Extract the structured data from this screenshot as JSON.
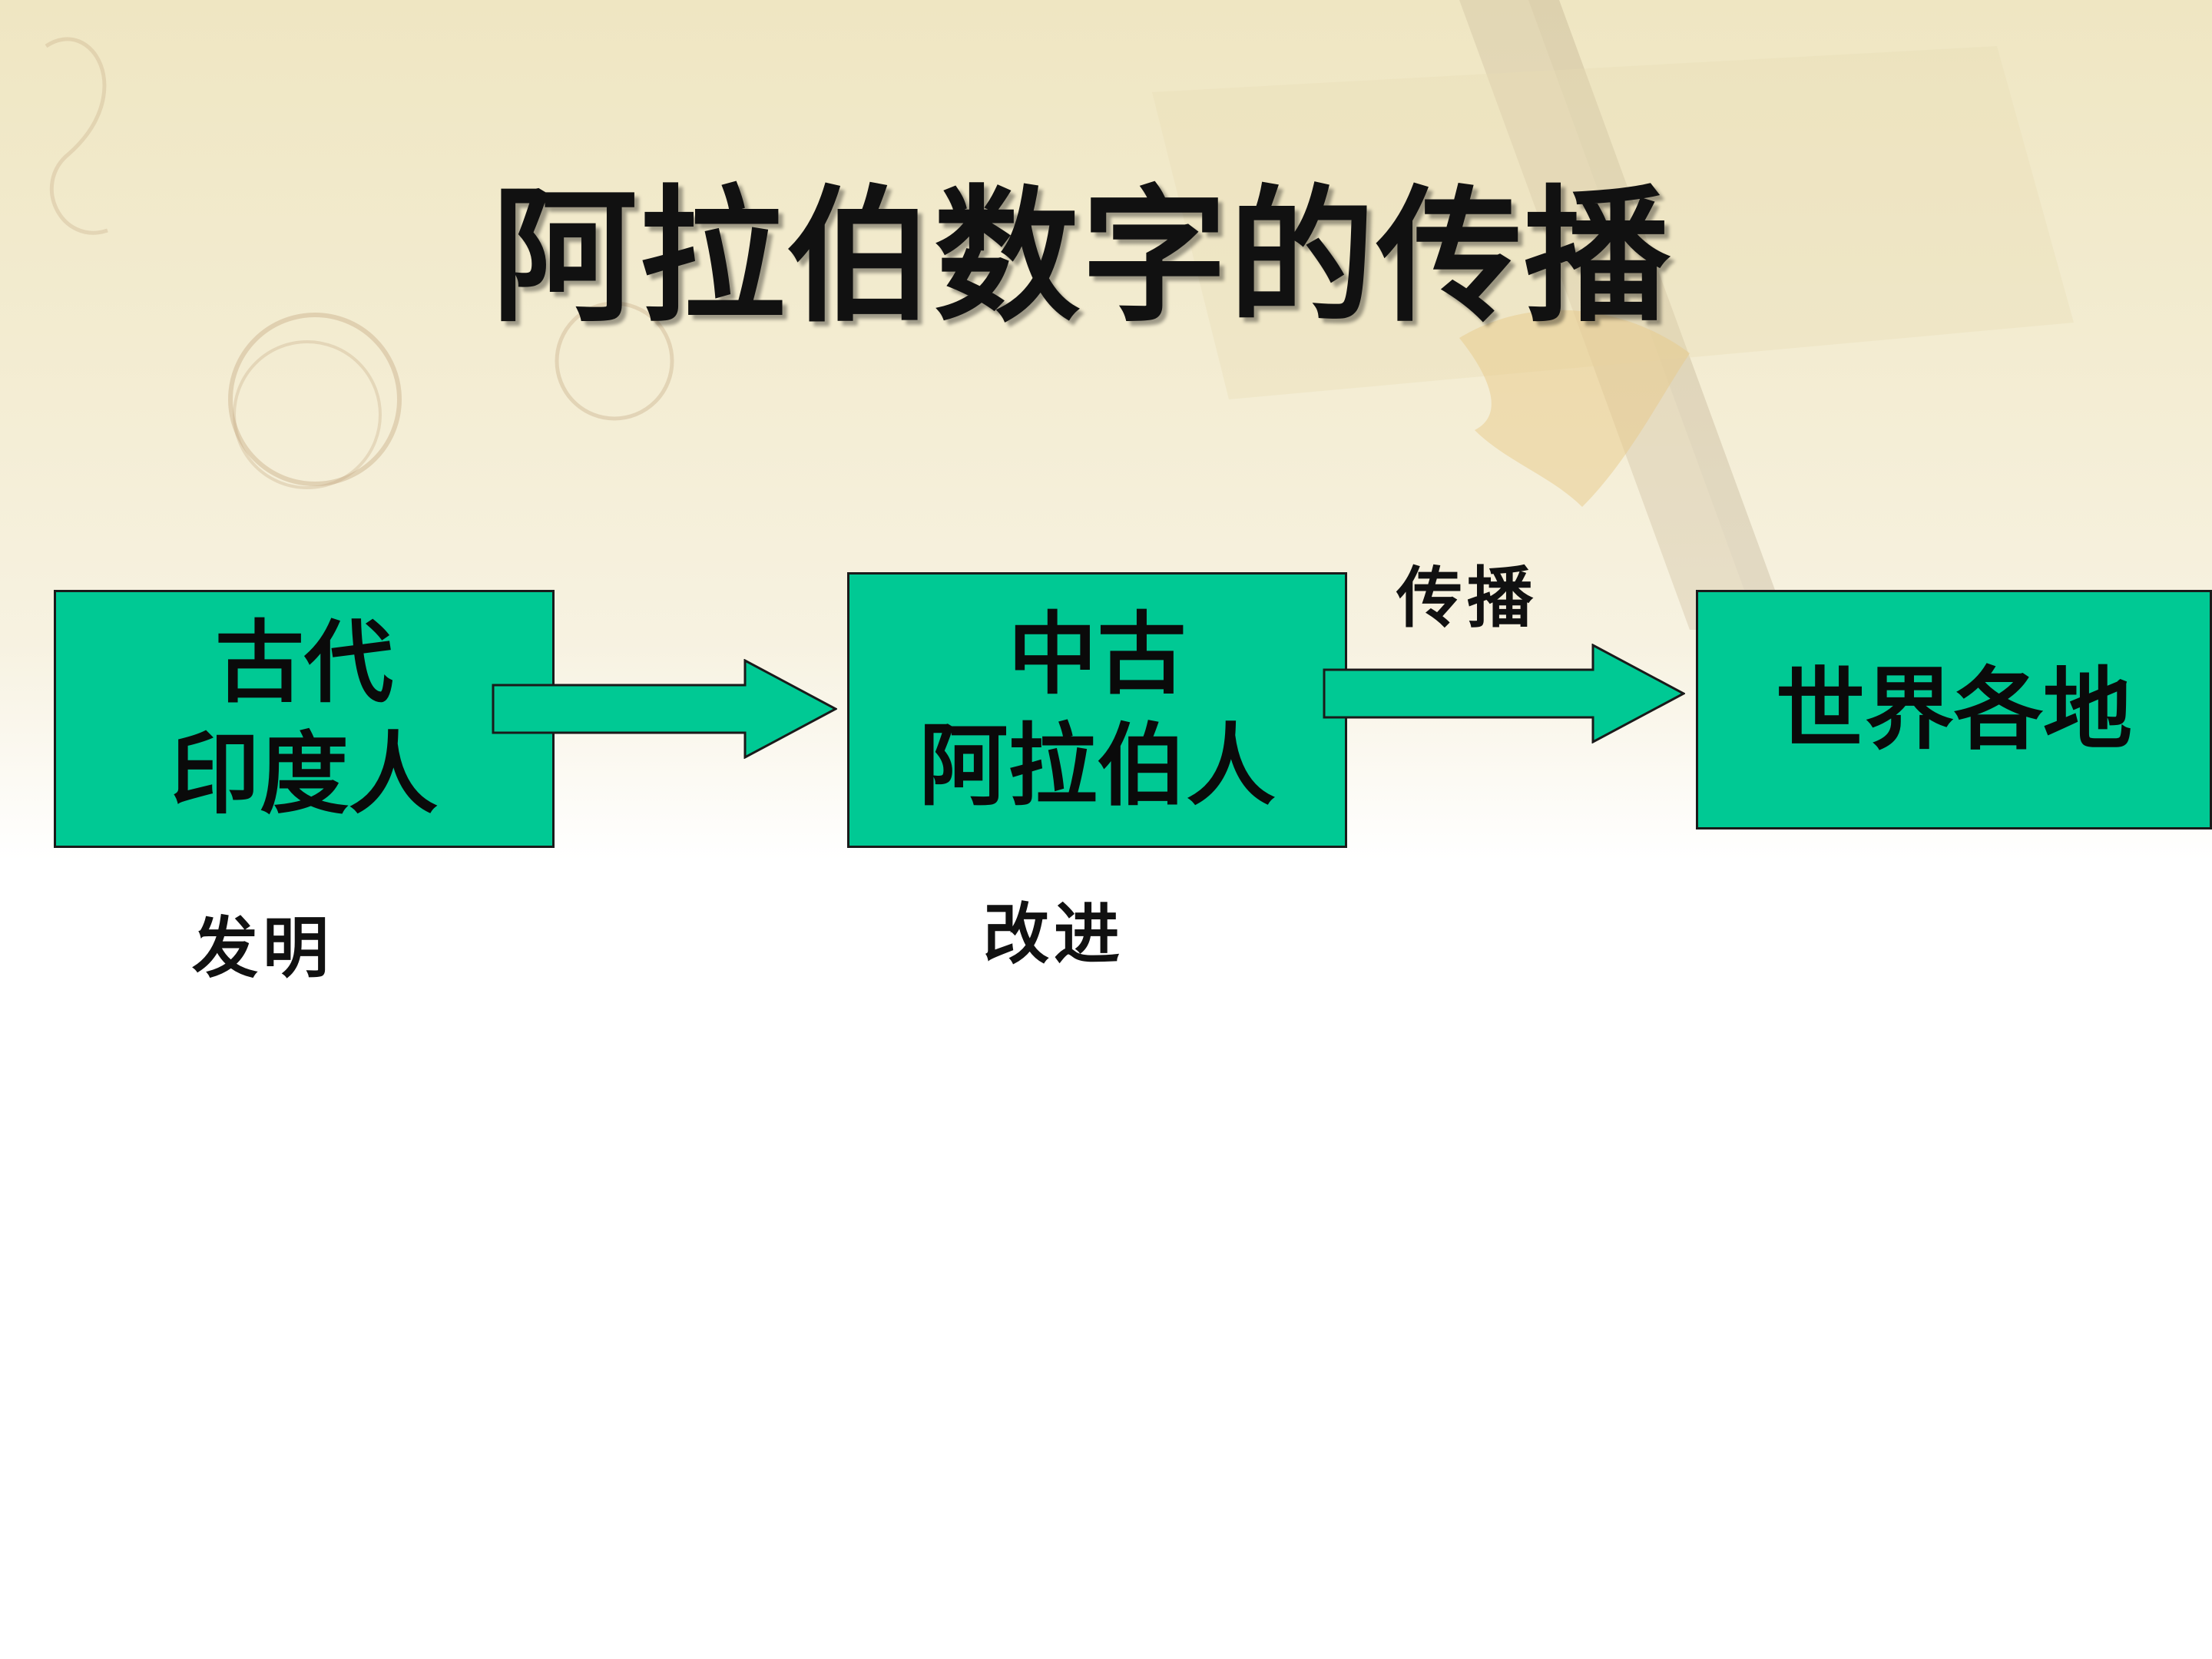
{
  "title": "阿拉伯数字的传播",
  "boxes": {
    "ancient_india": {
      "line1": "古代",
      "line2": "印度人"
    },
    "medieval_arab": {
      "line1": "中古",
      "line2": "阿拉伯人"
    },
    "world": {
      "line1": "世界各地"
    }
  },
  "labels": {
    "invent": "发明",
    "improve": "改进",
    "spread": "传播"
  },
  "colors": {
    "box_fill": "#00c994",
    "box_border": "#1a1a1a",
    "arrow_fill": "#00c994"
  }
}
